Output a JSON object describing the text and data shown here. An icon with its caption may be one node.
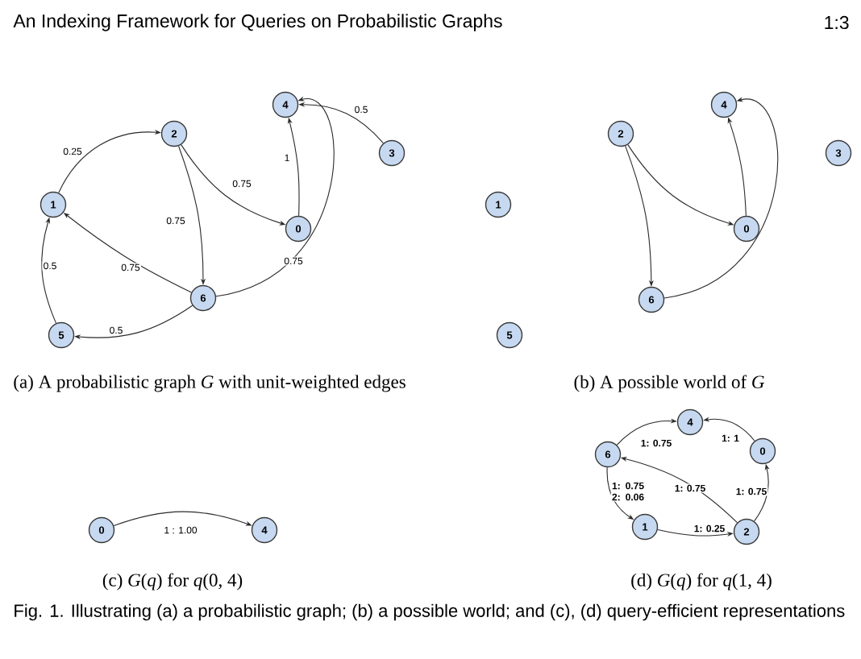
{
  "diagram": {
    "caption": "Fig. 1. Illustrating (a) a probabilistic graph; (b) a possible world; and (c), (d) query-efficient representations",
    "nodes": [
      {
        "text": [
          "4"
        ]
      },
      {
        "text": [
          "2"
        ]
      },
      {
        "text": [
          "3"
        ]
      },
      {
        "text": [
          "1"
        ]
      },
      {
        "text": [
          "0"
        ]
      },
      {
        "text": [
          "6"
        ]
      },
      {
        "text": [
          "5"
        ]
      },
      {
        "text": [
          "4"
        ]
      },
      {
        "text": [
          "2"
        ]
      },
      {
        "text": [
          "3"
        ]
      },
      {
        "text": [
          "1"
        ]
      },
      {
        "text": [
          "0"
        ]
      },
      {
        "text": [
          "6"
        ]
      },
      {
        "text": [
          "5"
        ]
      },
      {
        "text": [
          "0"
        ]
      },
      {
        "text": [
          "4"
        ]
      },
      {
        "text": [
          "4"
        ]
      },
      {
        "text": [
          "0"
        ]
      },
      {
        "text": [
          "6"
        ]
      },
      {
        "text": [
          "1"
        ]
      },
      {
        "text": [
          "2"
        ]
      }
    ],
    "edges": [
      {
        "from": 3,
        "to": 1,
        "arrow": "to",
        "label": "0.25"
      },
      {
        "from": 1,
        "to": 4,
        "arrow": "to",
        "label": "0.75"
      },
      {
        "from": 1,
        "to": 5,
        "arrow": "to",
        "label": "0.75"
      },
      {
        "from": 4,
        "to": 0,
        "arrow": "to",
        "label": "1"
      },
      {
        "from": 2,
        "to": 0,
        "arrow": "to",
        "label": "0.5"
      },
      {
        "from": 5,
        "to": 0,
        "arrow": "to",
        "label": "0.75"
      },
      {
        "from": 5,
        "to": 3,
        "arrow": "to",
        "label": "0.75"
      },
      {
        "from": 6,
        "to": 3,
        "arrow": "to",
        "label": "0.5"
      },
      {
        "from": 5,
        "to": 6,
        "arrow": "to",
        "label": "0.5"
      },
      {
        "from": 8,
        "to": 11,
        "arrow": "to"
      },
      {
        "from": 8,
        "to": 12,
        "arrow": "to"
      },
      {
        "from": 11,
        "to": 7,
        "arrow": "to"
      },
      {
        "from": 12,
        "to": 7,
        "arrow": "to"
      },
      {
        "from": 14,
        "to": 15,
        "arrow": "to",
        "label": "1 : 1.00"
      },
      {
        "from": 18,
        "to": 16,
        "arrow": "to",
        "label": "1: 0.75"
      },
      {
        "from": 17,
        "to": 16,
        "arrow": "to",
        "label": "1: 1"
      },
      {
        "from": 20,
        "to": 17,
        "arrow": "to",
        "label": "1: 0.75"
      },
      {
        "from": 20,
        "to": 18,
        "arrow": "to",
        "label": "1: 0.75"
      },
      {
        "from": 18,
        "to": 19,
        "arrow": "to",
        "label": "1: 0.75 2: 0.06"
      },
      {
        "from": 19,
        "to": 20,
        "arrow": "to",
        "label": "1: 0.25"
      }
    ],
    "labels": [
      "An Indexing Framework for Queries on Probabilistic Graphs",
      "1:3",
      "(a) A probabilistic graph *G* with unit-weighted edges",
      "(b) A possible world of *G*",
      "(c) *G*(*q*) for *q*(0, 4)",
      "(d) *G*(*q*) for *q*(1, 4)"
    ]
  }
}
